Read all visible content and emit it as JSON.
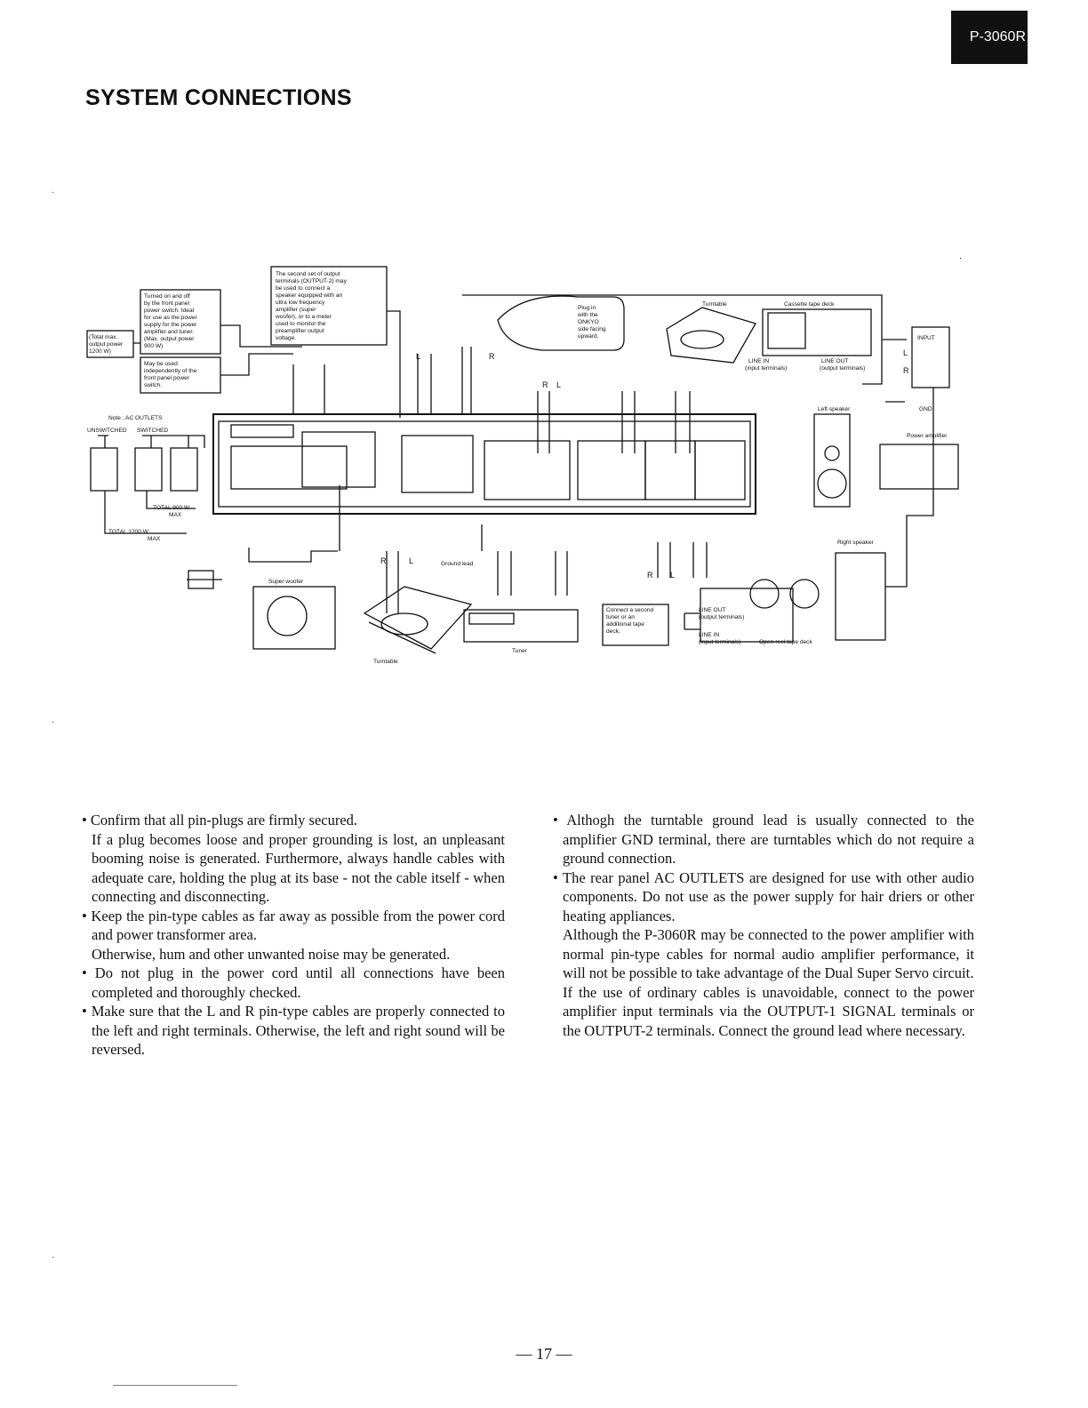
{
  "header": {
    "model_tab": "P-3060R"
  },
  "title": "SYSTEM CONNECTIONS",
  "diagram": {
    "labels": {
      "output2_note": [
        "The second set of output",
        "terminals (OUTPUT-2) may",
        "be used to connect a",
        "speaker equipped with an",
        "ultra low frequency",
        "amplifier (super",
        "woofer), or to a meter",
        "used to monitor the",
        "preamplifier output",
        "voltage."
      ],
      "power_switch_note": [
        "Turned on and off",
        "by the front panel",
        "power switch. Ideal",
        "for use as the power",
        "supply for the power",
        "amplifier and tuner.",
        "(Max. output power",
        "900 W)"
      ],
      "total_max_note": [
        "(Total max.",
        "output power",
        "1200 W)"
      ],
      "independent_note": [
        "May be used",
        "independently of the",
        "front panel power",
        "switch."
      ],
      "ac_note": "Note : AC OUTLETS",
      "unswitched": "UNSWITCHED",
      "switched": "SWITCHED",
      "total_900": "TOTAL 900 W",
      "total_900_max": "MAX",
      "total_1200": "TOTAL 1200 W",
      "total_1200_max": "MAX",
      "plug_note": [
        "Plug in",
        "with the",
        "ONKYO",
        "side facing",
        "upward."
      ],
      "turntable_top": "Turntable",
      "cassette": "Cassette tape deck",
      "line_in_top": "LINE IN",
      "line_in_top_sub": "(input terminals)",
      "line_out_top": "LINE OUT",
      "line_out_top_sub": "(output terminals)",
      "input": "INPUT",
      "gnd": "GND",
      "left_speaker": "Left speaker",
      "power_amplifier": "Power amplifier",
      "right_speaker": "Right speaker",
      "super_woofer": "Super woofer",
      "turntable_bottom": "Turntable",
      "tuner": "Tuner",
      "ground_lead": "Ground lead",
      "second_tuner_note": [
        "Connect a second",
        "tuner or an",
        "additional tape",
        "deck."
      ],
      "line_out_bottom": "LINE OUT",
      "line_out_bottom_sub": "(output terminals)",
      "line_in_bottom": "LINE IN",
      "line_in_bottom_sub": "(input terminals)",
      "open_reel": "Open-reel tape deck",
      "L": "L",
      "R": "R"
    }
  },
  "left_column": [
    {
      "bullet": true,
      "text": "Confirm that all pin-plugs are firmly secured."
    },
    {
      "bullet": false,
      "text": "If a plug becomes loose and proper grounding is lost, an unpleasant booming noise is generated. Furthermore, always handle cables with adequate care, holding the plug at its base - not the cable itself - when connecting and disconnecting."
    },
    {
      "bullet": true,
      "text": "Keep the pin-type cables as far away as possible from the power cord and power transformer area."
    },
    {
      "bullet": false,
      "text": "Otherwise, hum and other unwanted noise may be generated."
    },
    {
      "bullet": true,
      "text": "Do not plug in the power cord until all connections have been completed and thoroughly checked."
    },
    {
      "bullet": true,
      "text": "Make sure that the L and R pin-type cables are properly connected to the left and right terminals. Otherwise, the left and right sound will be reversed."
    }
  ],
  "right_column": [
    {
      "bullet": true,
      "text": "Althogh the turntable ground lead is usually connected to the amplifier GND terminal, there are turntables which do not require a ground connection."
    },
    {
      "bullet": true,
      "text": "The rear panel AC OUTLETS are designed for use with other audio components. Do not use as the power supply for hair driers or other heating appliances."
    },
    {
      "bullet": false,
      "text": "Although the P-3060R may be connected to the power amplifier with normal pin-type cables for normal audio amplifier performance, it will not be possible to take advantage of the Dual Super Servo circuit."
    },
    {
      "bullet": false,
      "text": "If the use of ordinary cables is unavoidable, connect to the power amplifier input terminals via the OUTPUT-1 SIGNAL terminals or the OUTPUT-2 terminals. Connect the ground lead where necessary."
    }
  ],
  "page_number": "— 17 —"
}
